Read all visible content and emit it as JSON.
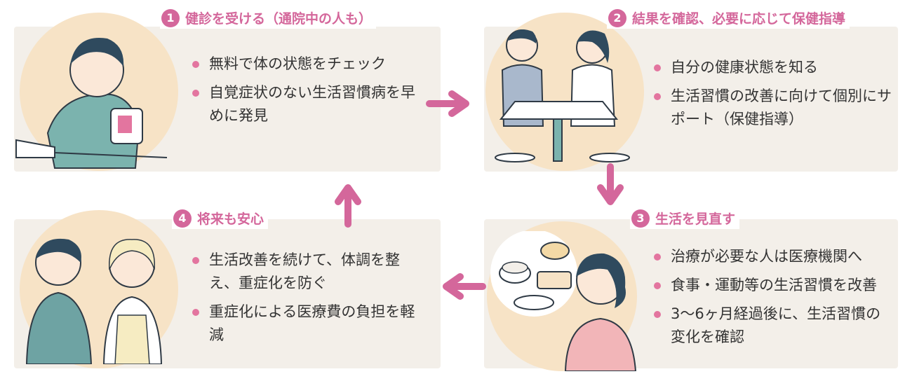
{
  "colors": {
    "accent": "#d4679b",
    "panel": "#f3efe9",
    "circle": "#f7e3c6",
    "arrow": "#d4679b"
  },
  "steps": [
    {
      "number": "1",
      "title": "健診を受ける（通院中の人も）",
      "bullets": [
        "無料で体の状態をチェック",
        "自覚症状のない生活習慣病を早めに発見"
      ]
    },
    {
      "number": "2",
      "title": "結果を確認、必要に応じて保健指導",
      "bullets": [
        "自分の健康状態を知る",
        "生活習慣の改善に向けて個別にサポート（保健指導）"
      ]
    },
    {
      "number": "3",
      "title": "生活を見直す",
      "bullets": [
        "治療が必要な人は医療機関へ",
        "食事・運動等の生活習慣を改善",
        "3～6ヶ月経過後に、生活習慣の変化を確認"
      ]
    },
    {
      "number": "4",
      "title": "将来も安心",
      "bullets": [
        "生活改善を続けて、体調を整え、重症化を防ぐ",
        "重症化による医療費の負担を軽減"
      ]
    }
  ],
  "icons": [
    "arrow-right-icon",
    "arrow-down-icon",
    "arrow-left-icon",
    "arrow-up-icon"
  ]
}
